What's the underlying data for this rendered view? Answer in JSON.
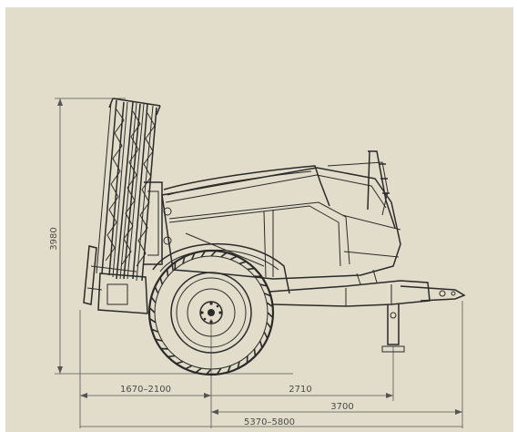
{
  "drawing": {
    "dimensions": {
      "height": "3980",
      "overhang": "1670–2100",
      "axle_to_hitch": "2710",
      "wheel_front_to_hitch": "3700",
      "overall_length": "5370–5800"
    },
    "colors": {
      "background": "#e2ddca",
      "line": "#2a2a2a"
    }
  }
}
